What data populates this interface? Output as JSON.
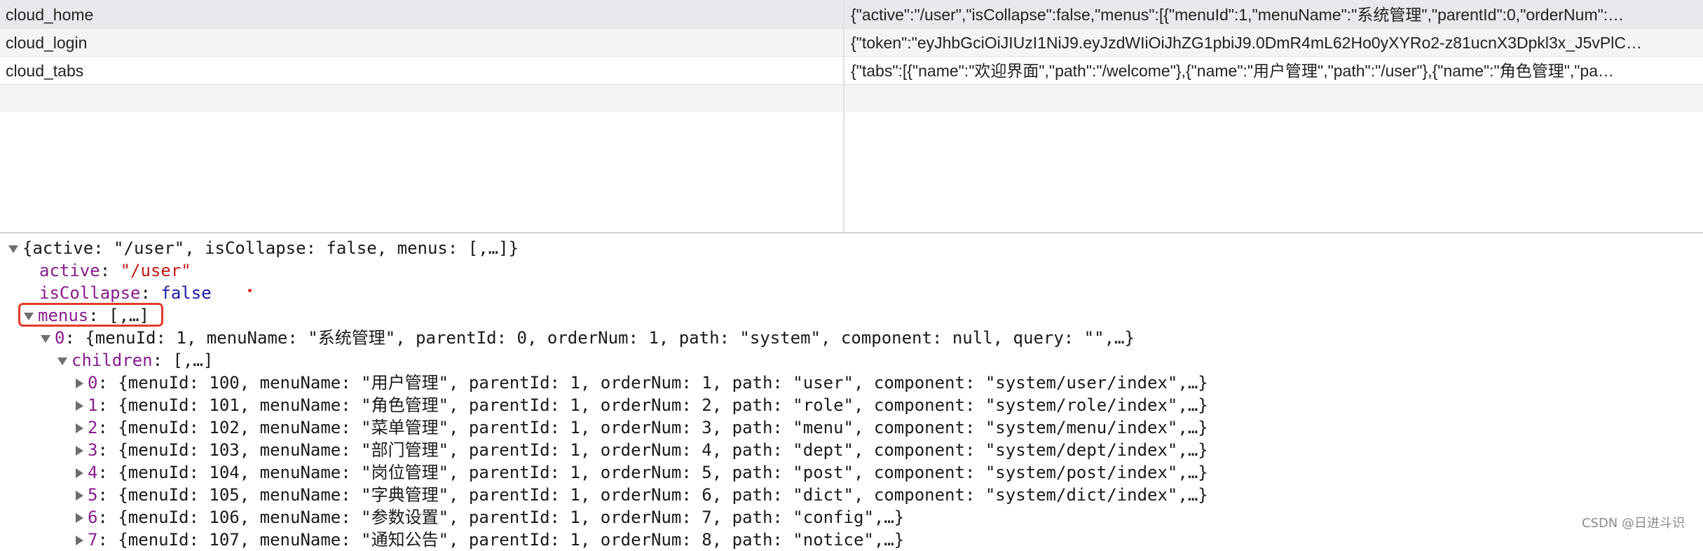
{
  "storage_table": {
    "rows": [
      {
        "key": "cloud_home",
        "value": "{\"active\":\"/user\",\"isCollapse\":false,\"menus\":[{\"menuId\":1,\"menuName\":\"系统管理\",\"parentId\":0,\"orderNum\":…"
      },
      {
        "key": "cloud_login",
        "value": "{\"token\":\"eyJhbGciOiJIUzI1NiJ9.eyJzdWIiOiJhZG1pbiJ9.0DmR4mL62Ho0yXYRo2-z81ucnX3Dpkl3x_J5vPlC…"
      },
      {
        "key": "cloud_tabs",
        "value": "{\"tabs\":[{\"name\":\"欢迎界面\",\"path\":\"/welcome\"},{\"name\":\"用户管理\",\"path\":\"/user\"},{\"name\":\"角色管理\",\"pa…"
      }
    ]
  },
  "tree": {
    "root_summary": "{active: \"/user\", isCollapse: false, menus: [,…]}",
    "active_key": "active",
    "active_value": "\"/user\"",
    "collapse_key": "isCollapse",
    "collapse_value": "false",
    "menus_key": "menus",
    "menus_summary": "[,…]",
    "menu0_index": "0",
    "menu0_summary": "{menuId: 1, menuName: \"系统管理\", parentId: 0, orderNum: 1, path: \"system\", component: null, query: \"\",…}",
    "children_key": "children",
    "children_summary": "[,…]",
    "children": [
      {
        "index": "0",
        "summary": "{menuId: 100, menuName: \"用户管理\", parentId: 1, orderNum: 1, path: \"user\", component: \"system/user/index\",…}"
      },
      {
        "index": "1",
        "summary": "{menuId: 101, menuName: \"角色管理\", parentId: 1, orderNum: 2, path: \"role\", component: \"system/role/index\",…}"
      },
      {
        "index": "2",
        "summary": "{menuId: 102, menuName: \"菜单管理\", parentId: 1, orderNum: 3, path: \"menu\", component: \"system/menu/index\",…}"
      },
      {
        "index": "3",
        "summary": "{menuId: 103, menuName: \"部门管理\", parentId: 1, orderNum: 4, path: \"dept\", component: \"system/dept/index\",…}"
      },
      {
        "index": "4",
        "summary": "{menuId: 104, menuName: \"岗位管理\", parentId: 1, orderNum: 5, path: \"post\", component: \"system/post/index\",…}"
      },
      {
        "index": "5",
        "summary": "{menuId: 105, menuName: \"字典管理\", parentId: 1, orderNum: 6, path: \"dict\", component: \"system/dict/index\",…}"
      },
      {
        "index": "6",
        "summary": "{menuId: 106, menuName: \"参数设置\", parentId: 1, orderNum: 7, path: \"config\",…}"
      },
      {
        "index": "7",
        "summary": "{menuId: 107, menuName: \"通知公告\", parentId: 1, orderNum: 8, path: \"notice\",…}"
      }
    ]
  },
  "watermark": "CSDN @日进斗识",
  "colors": {
    "highlight": "#e23b2a",
    "key": "#8a1c8f",
    "string": "#c41a16",
    "keyword": "#1a1aa6"
  }
}
